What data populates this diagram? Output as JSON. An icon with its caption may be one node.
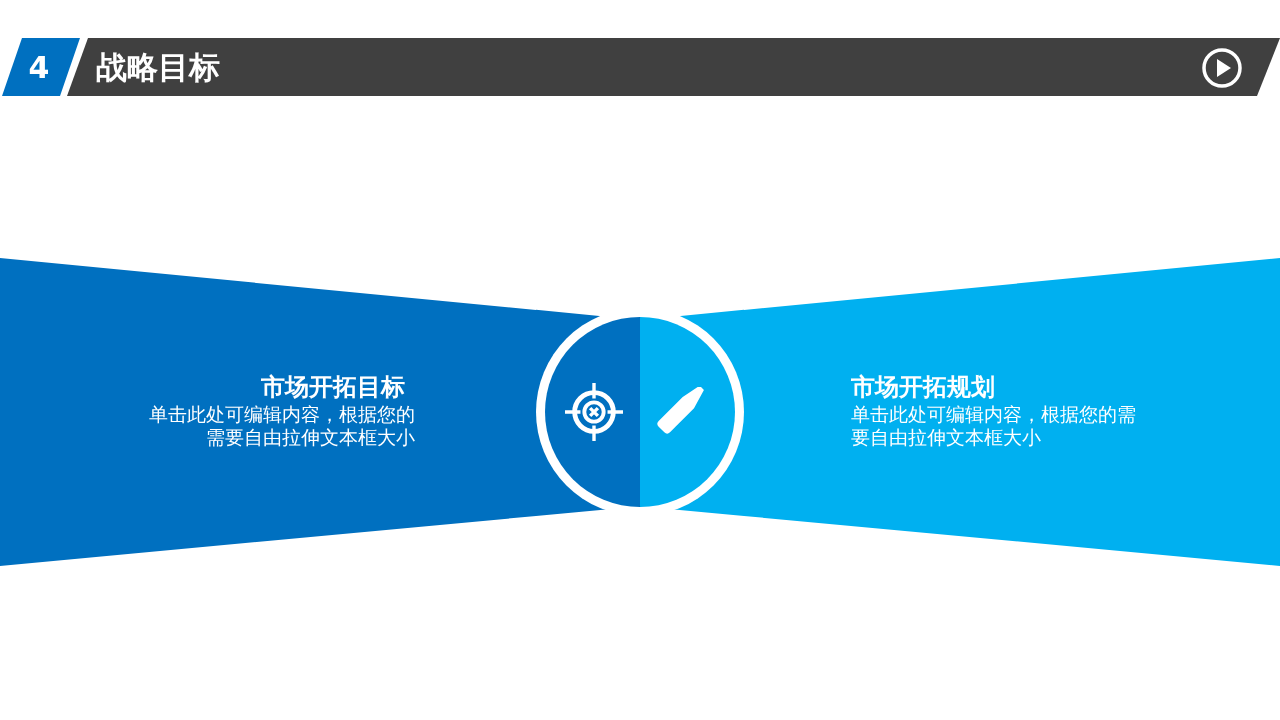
{
  "diagram": {
    "title": "战略目标",
    "nodes": [
      {
        "text": [
          "市场开拓目标",
          "单击此处可编辑内容，根据您的需要自由拉伸文本框大小"
        ]
      },
      {
        "text": [
          "市场开拓规划",
          "单击此处可编辑内容，根据您的需要自由拉伸文本框大小"
        ]
      }
    ],
    "labels": [
      "4"
    ]
  }
}
